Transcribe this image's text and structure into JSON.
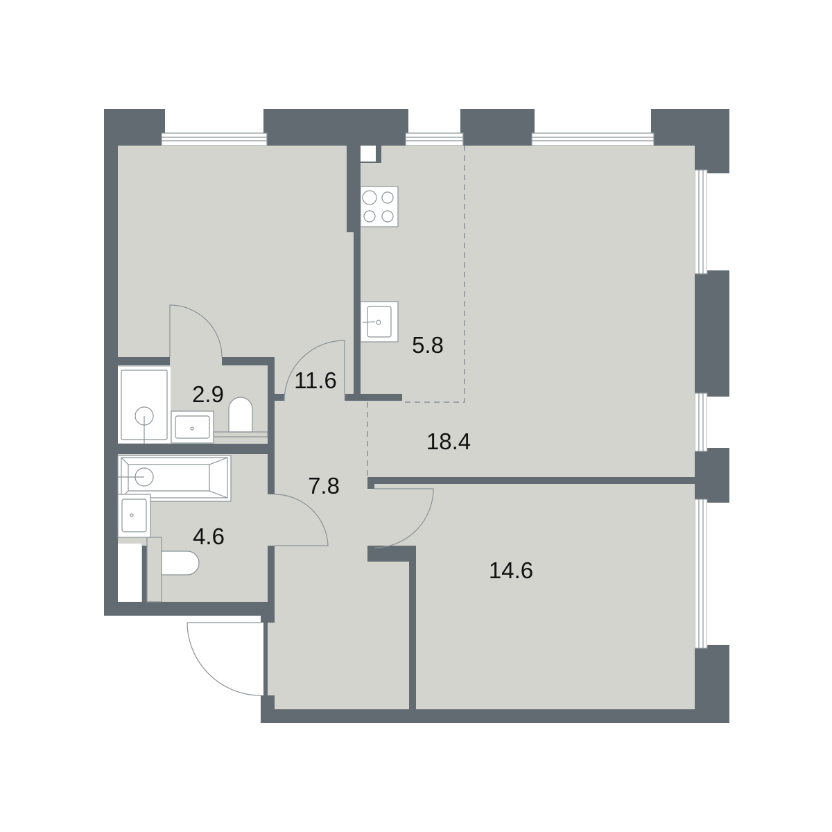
{
  "plan": {
    "rooms": [
      {
        "id": "bedroom-1",
        "area": "11.6"
      },
      {
        "id": "bathroom-small",
        "area": "2.9"
      },
      {
        "id": "kitchen",
        "area": "5.8"
      },
      {
        "id": "living-room",
        "area": "18.4"
      },
      {
        "id": "hallway",
        "area": "7.8"
      },
      {
        "id": "bathroom-large",
        "area": "4.6"
      },
      {
        "id": "bedroom-2",
        "area": "14.6"
      }
    ],
    "colors": {
      "wall": "#616b71",
      "floor": "#d3d4ce",
      "fixture_line": "#8a9297"
    }
  }
}
